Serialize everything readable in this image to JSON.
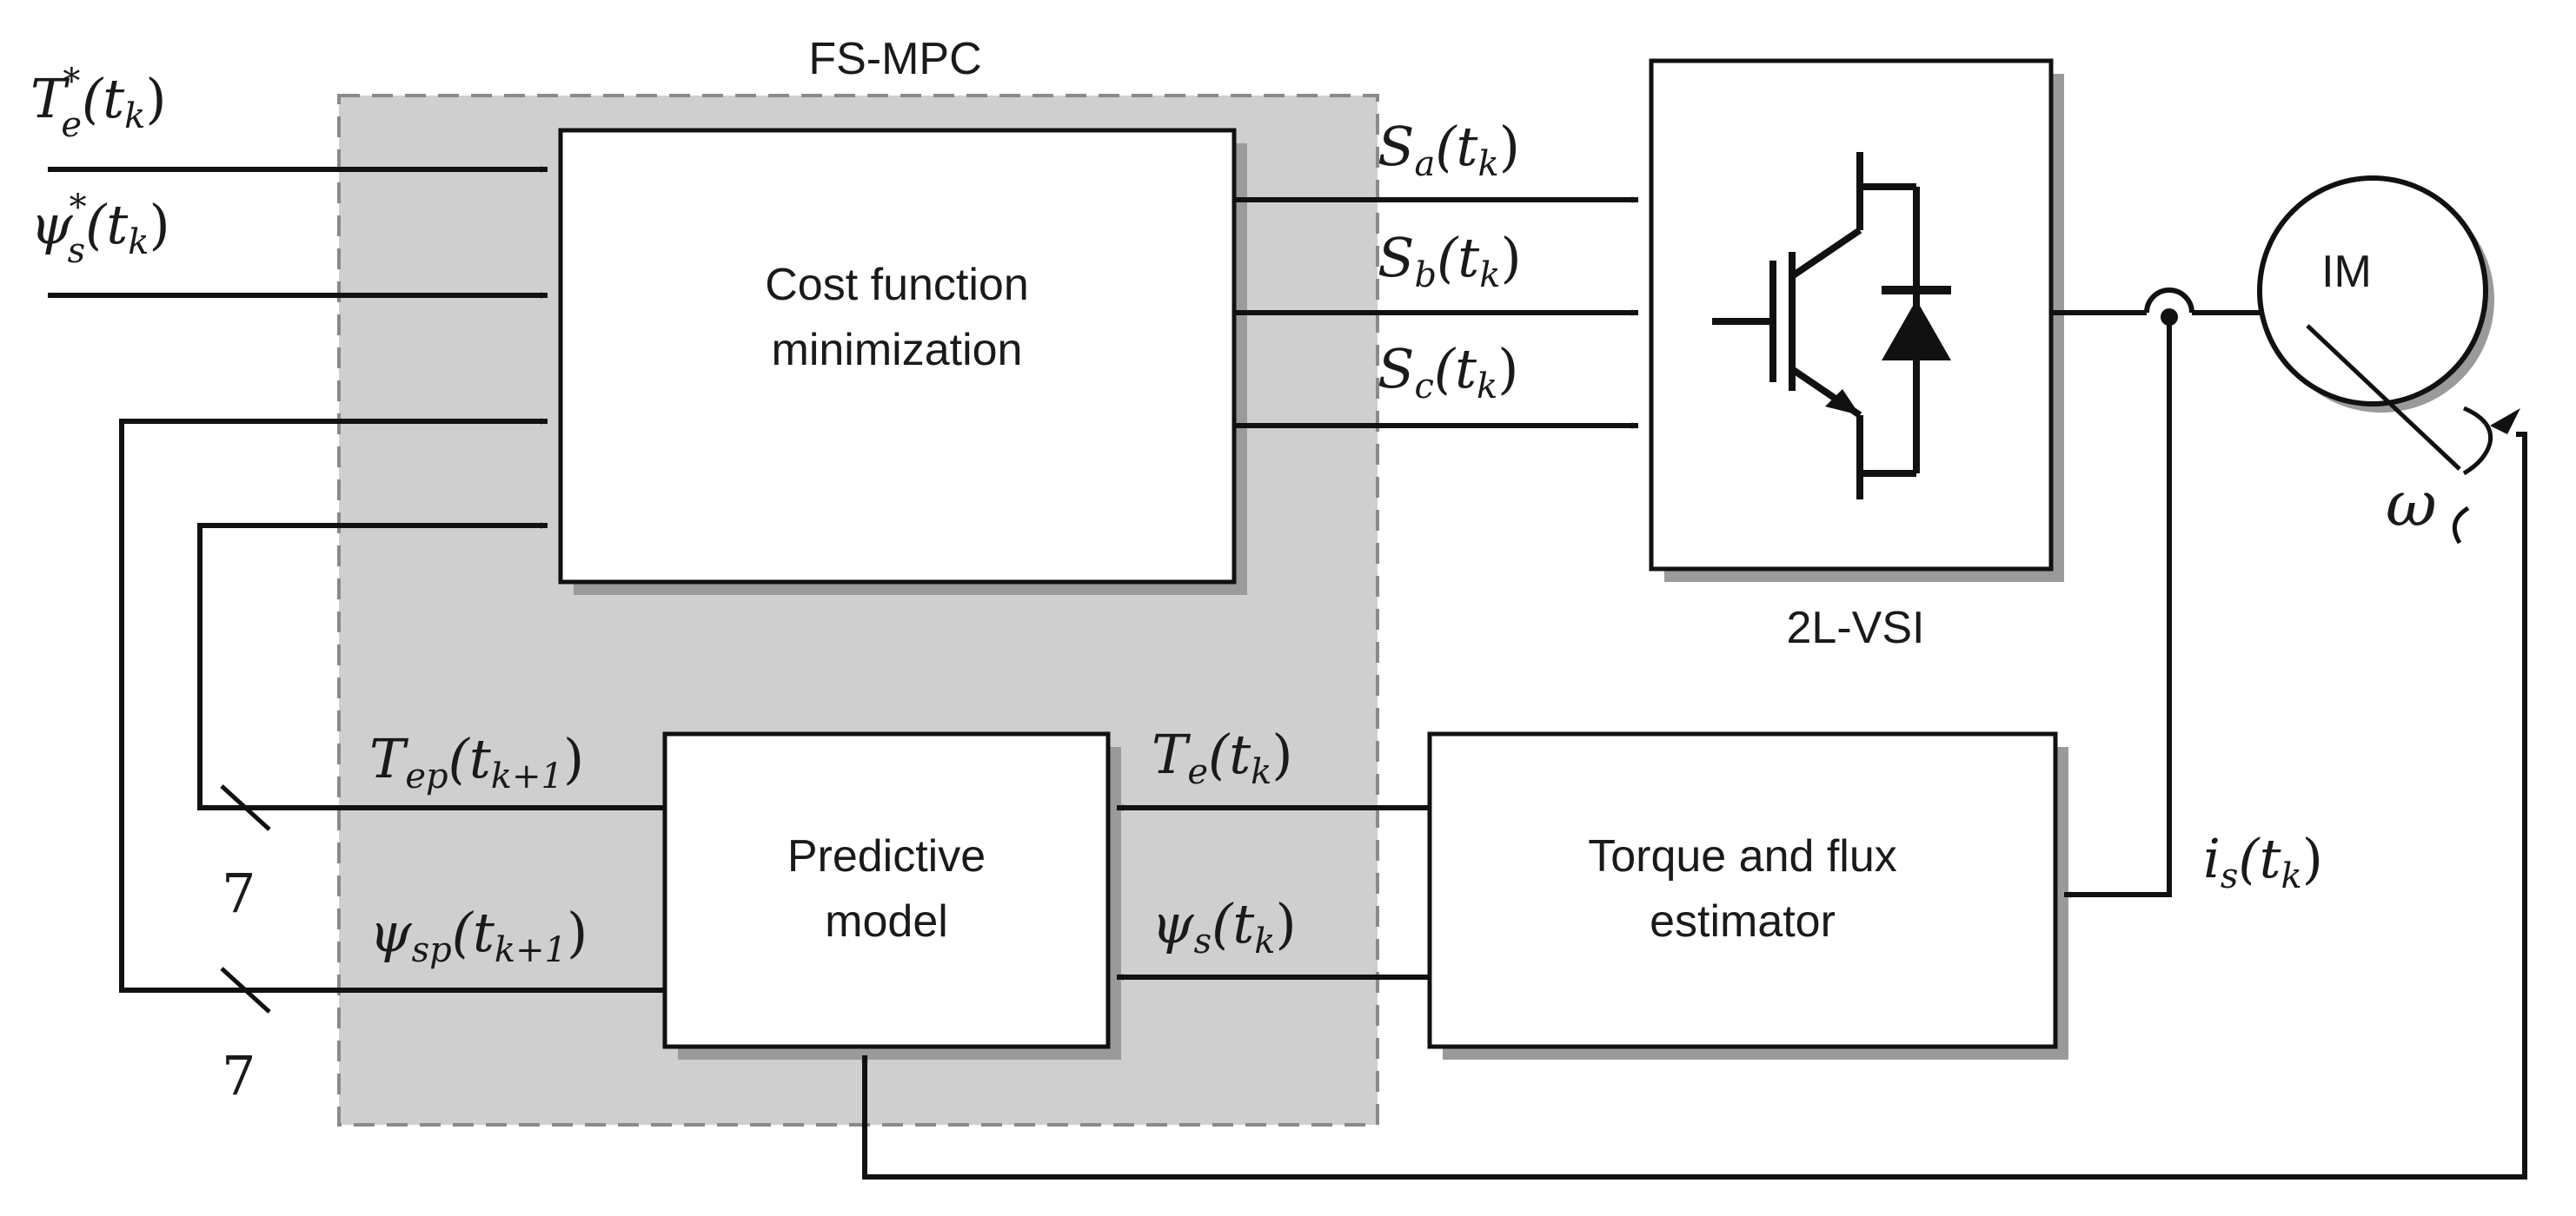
{
  "controller": {
    "title": "FS-MPC"
  },
  "blocks": {
    "cost": {
      "line1": "Cost function",
      "line2": "minimization"
    },
    "predictive": {
      "line1": "Predictive",
      "line2": "model"
    },
    "estimator": {
      "line1": "Torque and flux",
      "line2": "estimator"
    },
    "inverter": {
      "label": "2L-VSI"
    },
    "motor": {
      "label": "IM"
    }
  },
  "signals": {
    "te_ref": {
      "sym": "T",
      "sup": "*",
      "sub": "e",
      "arg": "(t",
      "argsub": "k",
      "close": ")"
    },
    "psi_ref": {
      "sym": "ψ",
      "sup": "*",
      "sub": "s",
      "arg": "(t",
      "argsub": "k",
      "close": ")"
    },
    "sa": {
      "sym": "S",
      "sub": "a",
      "arg": "(t",
      "argsub": "k",
      "close": ")"
    },
    "sb": {
      "sym": "S",
      "sub": "b",
      "arg": "(t",
      "argsub": "k",
      "close": ")"
    },
    "sc": {
      "sym": "S",
      "sub": "c",
      "arg": "(t",
      "argsub": "k",
      "close": ")"
    },
    "tep": {
      "sym": "T",
      "sub": "ep",
      "arg": "(t",
      "argsub": "k+1",
      "close": ")"
    },
    "psisp": {
      "sym": "ψ",
      "sub": "sp",
      "arg": "(t",
      "argsub": "k+1",
      "close": ")"
    },
    "te": {
      "sym": "T",
      "sub": "e",
      "arg": "(t",
      "argsub": "k",
      "close": ")"
    },
    "psis": {
      "sym": "ψ",
      "sub": "s",
      "arg": "(t",
      "argsub": "k",
      "close": ")"
    },
    "is": {
      "sym": "i",
      "sub": "s",
      "arg": "(t",
      "argsub": "k",
      "close": ")"
    },
    "omega": {
      "sym": "ω"
    }
  },
  "bus_widths": {
    "tep": "7",
    "psisp": "7"
  }
}
